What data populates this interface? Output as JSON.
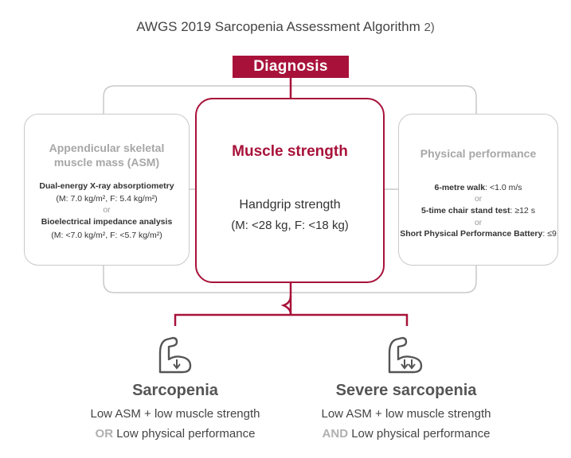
{
  "title": "AWGS 2019 Sarcopenia Assessment Algorithm",
  "title_ref": "2)",
  "diagnosis_label": "Diagnosis",
  "asm": {
    "title_line1": "Appendicular skeletal",
    "title_line2": "muscle mass (ASM)",
    "method1": "Dual-energy X-ray absorptiometry",
    "method1_criteria": "(M: 7.0 kg/m², F: 5.4 kg/m²)",
    "or": "or",
    "method2": "Bioelectrical impedance analysis",
    "method2_criteria": "(M: <7.0 kg/m², F: <5.7 kg/m²)"
  },
  "muscle_strength": {
    "title": "Muscle strength",
    "test": "Handgrip strength",
    "criteria": "(M: <28 kg, F: <18 kg)"
  },
  "physical_performance": {
    "title": "Physical performance",
    "walk_label": "6-metre walk",
    "walk_value": ": <1.0 m/s",
    "or1": "or",
    "chair_label": "5-time chair stand test",
    "chair_value": ": ≥12 s",
    "or2": "or",
    "sppb_label": "Short Physical Performance Battery",
    "sppb_value": ": ≤9"
  },
  "results": {
    "sarcopenia": {
      "title": "Sarcopenia",
      "line1": "Low ASM + low muscle strength",
      "keyword": "OR",
      "line2": "Low physical performance",
      "icon": "flexed-arm-down-arrow-icon"
    },
    "severe": {
      "title": "Severe sarcopenia",
      "line1": "Low ASM + low muscle strength",
      "keyword": "AND",
      "line2": "Low physical performance",
      "icon": "flexed-arm-double-down-arrow-icon"
    }
  },
  "colors": {
    "accent": "#a8123a",
    "gray_border": "#c9c9c9",
    "gray_text": "#a7a7a7"
  }
}
